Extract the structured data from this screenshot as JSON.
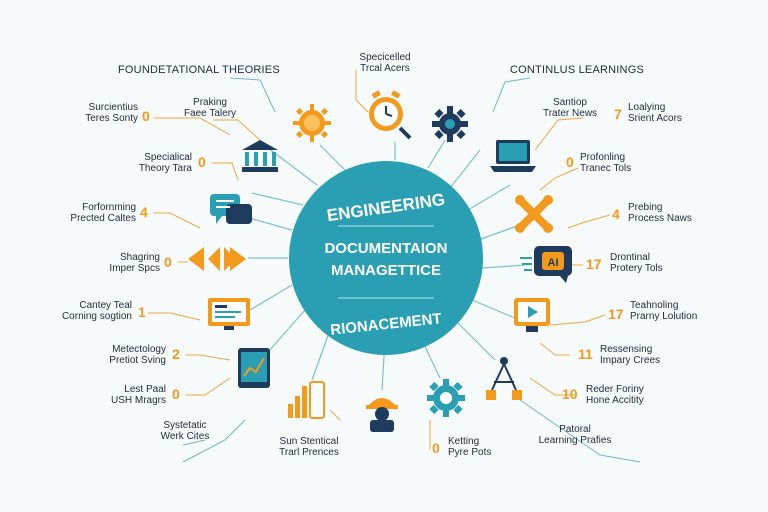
{
  "headers": {
    "left": "FOUNDETATIONAL THEORIES",
    "top": "Specicelled\nTrcal Acers",
    "right": "CONTINLUS LEARNINGS"
  },
  "center": {
    "top": "ENGINEERING",
    "middle1": "DOCUMENTAION",
    "middle2": "MANAGETTICE",
    "bottom": "RIONACEMENT"
  },
  "labels": {
    "l1": "Surcientius\nTeres Sonty",
    "l1n": "0",
    "l2": "Praking\nFaee Talery",
    "l3": "Specialical\nTheory Tara",
    "l3n": "0",
    "l4": "Forfornming\nPrected Caltes",
    "l4n": "4",
    "l5": "Shagring\nImper Spcs",
    "l5n": "0",
    "l6": "Cantey Teal\nCorning sogtion",
    "l6n": "1",
    "l7": "Metectology\nPretiot Sving",
    "l7n": "2",
    "l8": "Lest Paal\nUSH Mragrs",
    "l8n": "0",
    "l9": "Systetatic\nWerk Cites",
    "r1": "Santiop\nTrater News",
    "r2": "Loalying\nSrient Acors",
    "r2n": "7",
    "r3": "Profonling\nTranec Tols",
    "r3n": "0",
    "r4": "Prebing\nProcess Naws",
    "r4n": "4",
    "r5": "Drontinal\nProtery Tols",
    "r5n": "17",
    "r6": "Teahnoling\nPrarny Lolution",
    "r6n": "17",
    "r7": "Ressensing\nImpary Crees",
    "r7n": "11",
    "r8": "Reder Foriny\nHone Accitity",
    "r8n": "10",
    "r9": "Patoral\nLearning Prafies",
    "b1": "Sun Stentical\nTrarl Prences",
    "b2": "Ketting\nPyre Pots",
    "b2n": "0"
  },
  "colors": {
    "teal": "#2a9fb3",
    "orange": "#f39a1c",
    "navy": "#1e3a5c",
    "line": "#6fb7c7"
  }
}
